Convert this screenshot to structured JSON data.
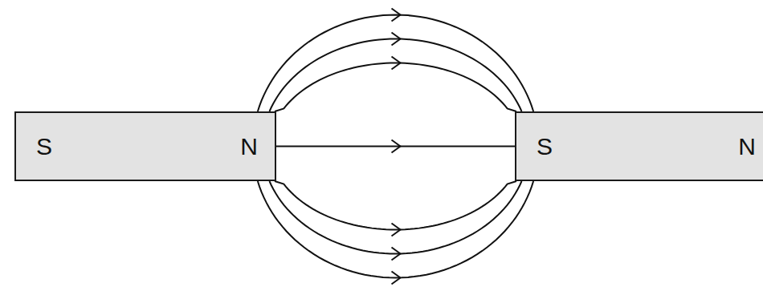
{
  "diagram": {
    "nodes": [
      {
        "text": [
          "S",
          "N"
        ]
      },
      {
        "text": [
          "S",
          "N"
        ]
      }
    ],
    "edges": [
      {
        "from": 0,
        "to": 1,
        "arrow": "to"
      },
      {
        "from": 0,
        "to": 1,
        "arrow": "to"
      },
      {
        "from": 0,
        "to": 1,
        "arrow": "to"
      },
      {
        "from": 0,
        "to": 1,
        "arrow": "to"
      },
      {
        "from": 0,
        "to": 1,
        "arrow": "to"
      },
      {
        "from": 0,
        "to": 1,
        "arrow": "to"
      },
      {
        "from": 0,
        "to": 1,
        "arrow": "to"
      }
    ]
  }
}
